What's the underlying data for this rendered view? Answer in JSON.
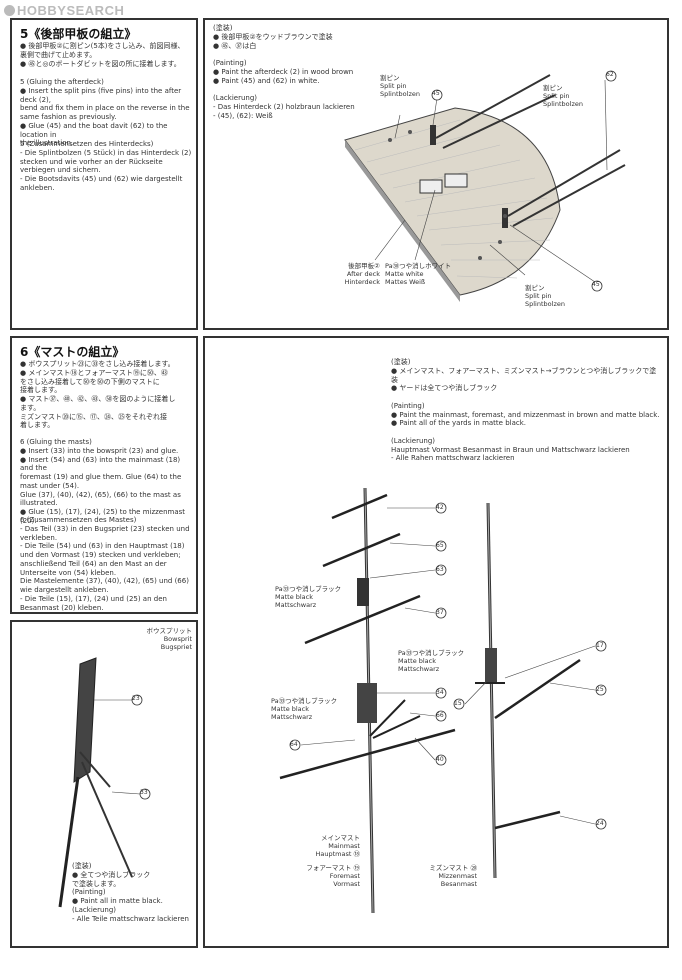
{
  "watermark": "HOBBYSEARCH",
  "step5": {
    "title": "5《後部甲板の組立》",
    "jp": "● 後部甲板②に割ピン(5本)をさし込み、前図同様、\n   裏側で曲げて止めます。\n● ㊺と◎のボートダビットを図の所に接着します。",
    "en": "5 (Gluing the afterdeck)\n● Insert the split pins (five pins) into the after deck (2),\n   bend and fix them in place on the reverse in the\n   same fashion as previously.\n● Glue (45) and the boat davit (62) to the location in\n   the illustration.",
    "de": "5 (Zusammensetzen des Hinterdecks)\n- Die Splintbolzen (5 Stück) in das Hinterdeck (2)\n  stecken und wie vorher an der Rückseite\n  verbiegen und sichern.\n- Die Bootsdavits (45) und (62) wie dargestellt\n  ankleben.",
    "paint": "(塗装)\n● 後部甲板②をウッドブラウンで塗装\n● ㊺、㊲は白\n\n(Painting)\n● Paint the afterdeck (2) in wood brown\n● Paint (45) and (62) in white.\n\n(Lackierung)\n- Das Hinterdeck (2) holzbraun lackieren\n- (45), (62): Weiß",
    "labels": {
      "pin_top": "割ピン\nSplit pin\nSplintbolzen",
      "pin_top2": "割ピン\nSplit pin\nSplintbolzen",
      "deck": "後部甲板②\nAfter deck\nHinterdeck",
      "matte_white": "Pa㊳つや消しホワイト\nMatte white\nMattes Weiß",
      "pin_bottom": "割ピン\nSplit pin\nSplintbolzen",
      "n45a": "45",
      "n62": "62",
      "n45b": "45"
    }
  },
  "step6": {
    "title": "6《マストの組立》",
    "jp": "● ボウスプリット㉓に㉝をさし込み接着します。\n● メインマスト⑱とフォアーマスト⑲に㊿、㊸\n   をさし込み接着して㊿を㊿の下側のマストに\n   接着します。\n● マスト㊲、㊵、㊷、㊸、㊿を図のように接着し\n   ます。\n   ミズンマスト⑳に⑮、⑰、㉔、㉕をそれぞれ接\n   着します。",
    "en": "6 (Gluing the masts)\n● Insert (33) into the bowsprit (23) and glue.\n● Insert (54) and (63) into the mainmast (18) and the\n   foremast (19) and glue them. Glue (64) to the\n   mast under (54).\n   Glue (37), (40), (42), (65), (66) to the mast as\n   illustrated.\n● Glue (15), (17), (24), (25) to the mizzenmast (20).",
    "de": "6 (Zusammensetzen des Mastes)\n- Das Teil (33) in den Bugspriet (23) stecken und\n  verkleben.\n- Die Teile (54) und (63) in den Hauptmast (18)\n  und den Vormast (19) stecken und verkleben;\n  anschließend Teil (64) an den Mast an der\n  Unterseite von (54) kleben.\n  Die Mastelemente (37), (40), (42), (65) und (66)\n  wie dargestellt ankleben.\n- Die Teile (15), (17), (24) und (25) an den\n  Besanmast (20) kleben.",
    "paint": "(塗装)\n● メインマスト、フォアーマスト、ミズンマスト→ブラウンとつや消しブラックで塗装\n● ヤードは全てつや消しブラック\n\n(Painting)\n● Paint the mainmast, foremast, and mizzenmast in brown and matte black.\n● Paint all of the yards in matte black.\n\n(Lackierung)\nHauptmast  Vormast  Besanmast  in Braun und Mattschwarz lackieren\n- Alle Rahen mattschwarz lackieren",
    "bow_labels": {
      "bowsprit": "ボウスプリット\nBowsprit\nBugspriet",
      "n23": "23",
      "n33": "33",
      "paint": "(塗装)\n● 全てつや消しブラック\n   で塗装します。\n(Painting)\n● Paint all in matte black.\n(Lackierung)\n- Alle Teile mattschwarz lackieren"
    },
    "mast_labels": {
      "n42": "42",
      "n65": "65",
      "n63": "63",
      "n37": "37",
      "n34": "34",
      "n66": "66",
      "n64": "64",
      "n40": "40",
      "n17": "17",
      "n25": "25",
      "n15": "15",
      "n24": "24",
      "matte1": "Pa㉝つや消しブラック\nMatte black\nMattschwarz",
      "matte2": "Pa㉝つや消しブラック\nMatte black\nMattschwarz",
      "matte3": "Pa㉝つや消しブラック\nMatte black\nMattschwarz",
      "mainmast": "メインマスト\nMainmast\nHauptmast ⑱",
      "foremast": "フォアーマスト ⑲\nForemast\nVormast",
      "mizzen": "ミズンマスト ⑳\nMizzenmast\nBesanmast"
    }
  }
}
